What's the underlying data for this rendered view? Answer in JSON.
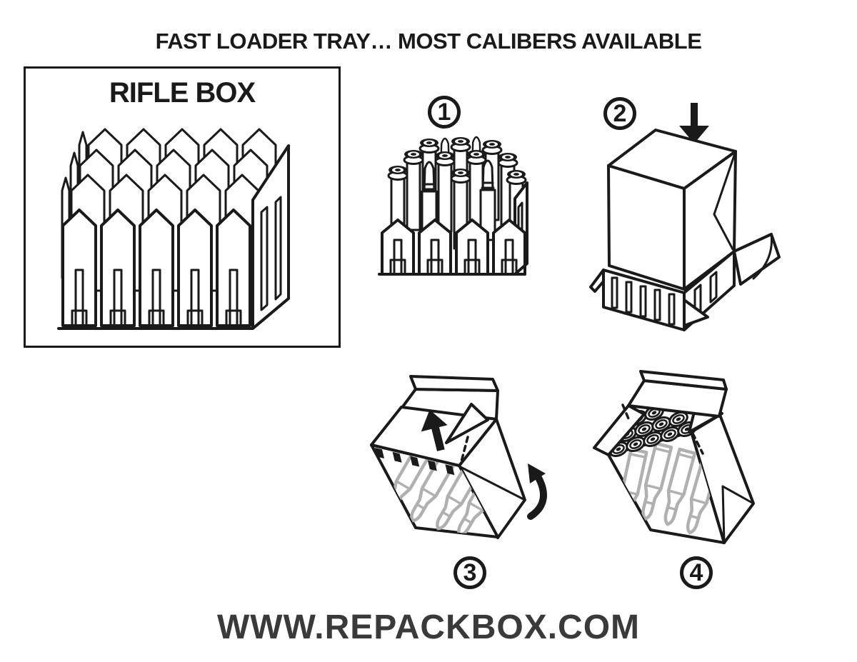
{
  "title": "FAST LOADER TRAY… MOST CALIBERS AVAILABLE",
  "rifle_box_label": "RIFLE BOX",
  "steps": [
    {
      "number": "1"
    },
    {
      "number": "2"
    },
    {
      "number": "3"
    },
    {
      "number": "4"
    }
  ],
  "footer": {
    "website": "WWW.REPACKBOX.COM"
  },
  "colors": {
    "ink": "#1a1a1a",
    "ghost_cartridge": "#b0b0b0",
    "footer_text": "#3a3a3a"
  },
  "icons": {
    "step2_press": "down-arrow-icon",
    "step3_lift": "up-arrow-icon",
    "step3_flip": "rotate-arrow-icon"
  }
}
